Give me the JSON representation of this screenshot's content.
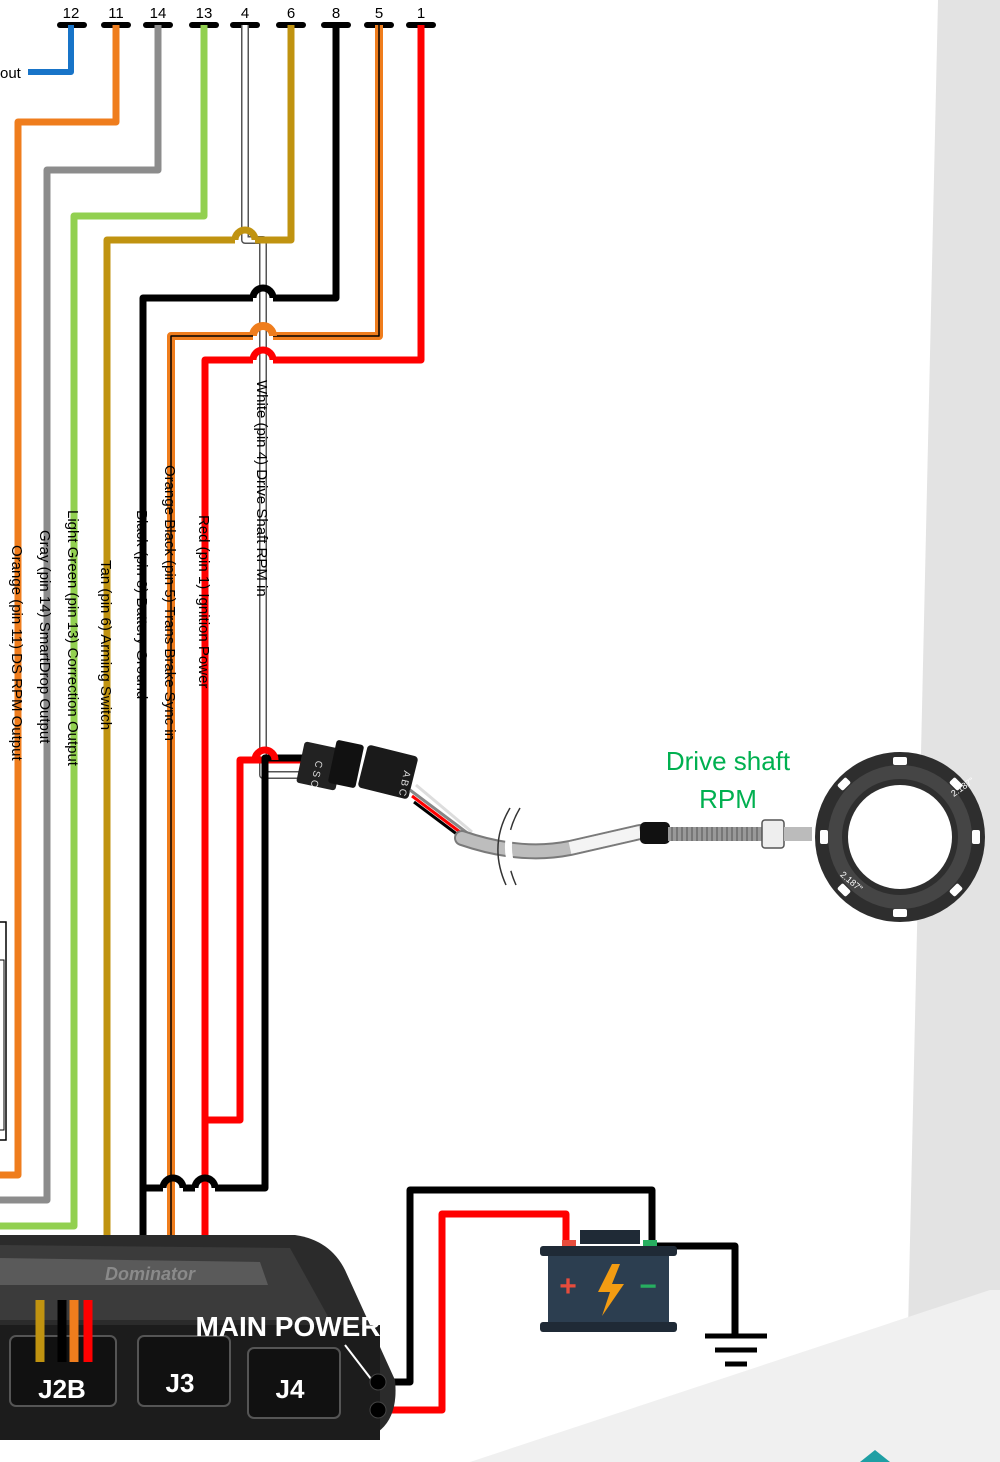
{
  "pins": [
    {
      "num": "12",
      "color": "#1874c8"
    },
    {
      "num": "11",
      "color": "#ef7d1d"
    },
    {
      "num": "14",
      "color": "#8c8c8c"
    },
    {
      "num": "13",
      "color": "#92d050"
    },
    {
      "num": "4",
      "color": "#ffffff"
    },
    {
      "num": "6",
      "color": "#c09310"
    },
    {
      "num": "8",
      "color": "#000000"
    },
    {
      "num": "5",
      "color": "#ef7d1d"
    },
    {
      "num": "1",
      "color": "#ff0000"
    }
  ],
  "wire_labels": {
    "out_fragment": "out",
    "orange_11": "Orange (pin 11) DS RPM Output",
    "gray_14": "Gray (pin 14) SmartDrop Output",
    "lightgreen_13": "Light Green (pin 13) Correction Output",
    "tan_6": "Tan (pin 6) Arming Switch",
    "black_8": "Black (pin 8) Battery Ground",
    "orangeblack_5": "Orange Black (pin 5) Trans Brake Sync in",
    "red_1": "Red (pin 1) Ignition Power",
    "white_4": "White (pin 4) Drive Shaft RPM in"
  },
  "drive_shaft": {
    "line1": "Drive shaft",
    "line2": "RPM",
    "color": "#00b050"
  },
  "sensor_ring": {
    "tag_a": "2.187\"",
    "tag_b": "2.187\""
  },
  "connector": {
    "left_mark": "C S C",
    "right_mark": "A B C"
  },
  "controller": {
    "main_power": "MAIN POWER",
    "connectors": [
      "J2B",
      "J3",
      "J4"
    ],
    "brand": "Dominator"
  },
  "battery": {
    "plus": "+",
    "minus": "−"
  },
  "colors": {
    "red": "#ff0000",
    "black": "#000000",
    "orange": "#ef7d1d",
    "tan": "#c09310",
    "lightgreen": "#92d050",
    "gray": "#8c8c8c",
    "blue": "#1874c8",
    "panel": "#e3e3e3"
  }
}
